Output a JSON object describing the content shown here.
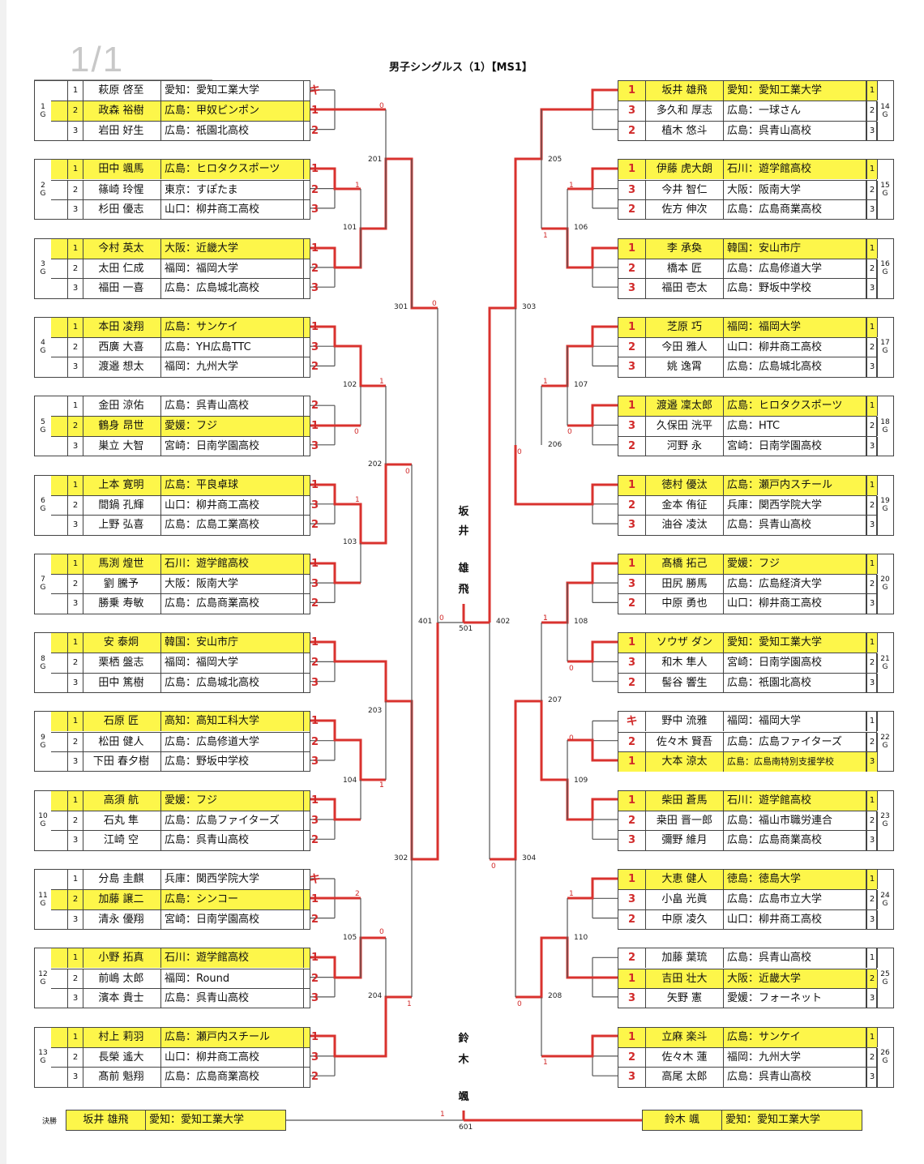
{
  "page": {
    "indicator": "1/1",
    "title": "男子シングルス（1）【MS1】"
  },
  "colors": {
    "winner_highlight": "#fdf64a",
    "win_line": "#d9322e",
    "line": "#555555",
    "rank_text": "#d12a2a"
  },
  "groups_left": [
    {
      "label": "1\nG",
      "players": [
        {
          "seed": "1",
          "name": "萩原 啓至",
          "team": "愛知：愛知工業大学",
          "rank": "キ",
          "win": false
        },
        {
          "seed": "2",
          "name": "政森 裕樹",
          "team": "広島：甲奴ピンポン",
          "rank": "1",
          "win": true
        },
        {
          "seed": "3",
          "name": "岩田 好生",
          "team": "広島：祇園北高校",
          "rank": "2",
          "win": false
        }
      ]
    },
    {
      "label": "2\nG",
      "players": [
        {
          "seed": "1",
          "name": "田中 颯馬",
          "team": "広島：ヒロタクスポーツ",
          "rank": "1",
          "win": true
        },
        {
          "seed": "2",
          "name": "篠崎 玲惺",
          "team": "東京：すぽたま",
          "rank": "2",
          "win": false
        },
        {
          "seed": "3",
          "name": "杉田 優志",
          "team": "山口：柳井商工高校",
          "rank": "3",
          "win": false
        }
      ]
    },
    {
      "label": "3\nG",
      "players": [
        {
          "seed": "1",
          "name": "今村 英太",
          "team": "大阪：近畿大学",
          "rank": "1",
          "win": true
        },
        {
          "seed": "2",
          "name": "太田 仁成",
          "team": "福岡：福岡大学",
          "rank": "2",
          "win": false
        },
        {
          "seed": "3",
          "name": "福田 一喜",
          "team": "広島：広島城北高校",
          "rank": "3",
          "win": false
        }
      ]
    },
    {
      "label": "4\nG",
      "players": [
        {
          "seed": "1",
          "name": "本田 凌翔",
          "team": "広島：サンケイ",
          "rank": "1",
          "win": true
        },
        {
          "seed": "2",
          "name": "西廣 大喜",
          "team": "広島：YH広島TTC",
          "rank": "3",
          "win": false
        },
        {
          "seed": "3",
          "name": "渡邉 想太",
          "team": "福岡：九州大学",
          "rank": "2",
          "win": false
        }
      ]
    },
    {
      "label": "5\nG",
      "players": [
        {
          "seed": "1",
          "name": "金田 涼佑",
          "team": "広島：呉青山高校",
          "rank": "2",
          "win": false
        },
        {
          "seed": "2",
          "name": "鶴身 昂世",
          "team": "愛媛：フジ",
          "rank": "1",
          "win": true
        },
        {
          "seed": "3",
          "name": "巣立 大智",
          "team": "宮崎：日南学園高校",
          "rank": "3",
          "win": false
        }
      ]
    },
    {
      "label": "6\nG",
      "players": [
        {
          "seed": "1",
          "name": "上本 寛明",
          "team": "広島：平良卓球",
          "rank": "1",
          "win": true
        },
        {
          "seed": "2",
          "name": "間鍋 孔輝",
          "team": "山口：柳井商工高校",
          "rank": "3",
          "win": false
        },
        {
          "seed": "3",
          "name": "上野 弘喜",
          "team": "広島：広島工業高校",
          "rank": "2",
          "win": false
        }
      ]
    },
    {
      "label": "7\nG",
      "players": [
        {
          "seed": "1",
          "name": "馬渕 煌世",
          "team": "石川：遊学館高校",
          "rank": "1",
          "win": true
        },
        {
          "seed": "2",
          "name": "劉 騰予",
          "team": "大阪：阪南大学",
          "rank": "3",
          "win": false
        },
        {
          "seed": "3",
          "name": "勝乗 寿敏",
          "team": "広島：広島商業高校",
          "rank": "2",
          "win": false
        }
      ]
    },
    {
      "label": "8\nG",
      "players": [
        {
          "seed": "1",
          "name": "安 泰炯",
          "team": "韓国：安山市庁",
          "rank": "1",
          "win": true
        },
        {
          "seed": "2",
          "name": "栗栖 盤志",
          "team": "福岡：福岡大学",
          "rank": "2",
          "win": false
        },
        {
          "seed": "3",
          "name": "田中 篤樹",
          "team": "広島：広島城北高校",
          "rank": "3",
          "win": false
        }
      ]
    },
    {
      "label": "9\nG",
      "players": [
        {
          "seed": "1",
          "name": "石原 匠",
          "team": "高知：高知工科大学",
          "rank": "1",
          "win": true
        },
        {
          "seed": "2",
          "name": "松田 健人",
          "team": "広島：広島修道大学",
          "rank": "2",
          "win": false
        },
        {
          "seed": "3",
          "name": "下田 春夕樹",
          "team": "広島：野坂中学校",
          "rank": "3",
          "win": false
        }
      ]
    },
    {
      "label": "10\nG",
      "players": [
        {
          "seed": "1",
          "name": "高須 航",
          "team": "愛媛：フジ",
          "rank": "1",
          "win": true
        },
        {
          "seed": "2",
          "name": "石丸 隼",
          "team": "広島：広島ファイターズ",
          "rank": "3",
          "win": false
        },
        {
          "seed": "3",
          "name": "江崎 空",
          "team": "広島：呉青山高校",
          "rank": "2",
          "win": false
        }
      ]
    },
    {
      "label": "11\nG",
      "players": [
        {
          "seed": "1",
          "name": "分島 圭麒",
          "team": "兵庫：関西学院大学",
          "rank": "キ",
          "win": false
        },
        {
          "seed": "2",
          "name": "加藤 譲二",
          "team": "広島：シンコー",
          "rank": "1",
          "win": true
        },
        {
          "seed": "3",
          "name": "清永 優翔",
          "team": "宮崎：日南学園高校",
          "rank": "2",
          "win": false
        }
      ]
    },
    {
      "label": "12\nG",
      "players": [
        {
          "seed": "1",
          "name": "小野 拓真",
          "team": "石川：遊学館高校",
          "rank": "1",
          "win": true
        },
        {
          "seed": "2",
          "name": "前嶋 太郎",
          "team": "福岡：Round",
          "rank": "2",
          "win": false
        },
        {
          "seed": "3",
          "name": "濱本 貴士",
          "team": "広島：呉青山高校",
          "rank": "3",
          "win": false
        }
      ]
    },
    {
      "label": "13\nG",
      "players": [
        {
          "seed": "1",
          "name": "村上 莉羽",
          "team": "広島：瀬戸内スチール",
          "rank": "1",
          "win": true
        },
        {
          "seed": "2",
          "name": "長榮 遙大",
          "team": "山口：柳井商工高校",
          "rank": "3",
          "win": false
        },
        {
          "seed": "3",
          "name": "髙前 魁翔",
          "team": "広島：広島商業高校",
          "rank": "2",
          "win": false
        }
      ]
    }
  ],
  "groups_right": [
    {
      "label": "14\nG",
      "players": [
        {
          "seed": "1",
          "name": "坂井 雄飛",
          "team": "愛知：愛知工業大学",
          "rank": "1",
          "win": true
        },
        {
          "seed": "2",
          "name": "多久和 厚志",
          "team": "広島：一球さん",
          "rank": "3",
          "win": false
        },
        {
          "seed": "3",
          "name": "植木 悠斗",
          "team": "広島：呉青山高校",
          "rank": "2",
          "win": false
        }
      ]
    },
    {
      "label": "15\nG",
      "players": [
        {
          "seed": "1",
          "name": "伊藤 虎大朗",
          "team": "石川：遊学館高校",
          "rank": "1",
          "win": true
        },
        {
          "seed": "2",
          "name": "今井 智仁",
          "team": "大阪：阪南大学",
          "rank": "3",
          "win": false
        },
        {
          "seed": "3",
          "name": "佐方 伸次",
          "team": "広島：広島商業高校",
          "rank": "2",
          "win": false
        }
      ]
    },
    {
      "label": "16\nG",
      "players": [
        {
          "seed": "1",
          "name": "李 承奐",
          "team": "韓国：安山市庁",
          "rank": "1",
          "win": true
        },
        {
          "seed": "2",
          "name": "橋本 匠",
          "team": "広島：広島修道大学",
          "rank": "2",
          "win": false
        },
        {
          "seed": "3",
          "name": "福田 壱太",
          "team": "広島：野坂中学校",
          "rank": "3",
          "win": false
        }
      ]
    },
    {
      "label": "17\nG",
      "players": [
        {
          "seed": "1",
          "name": "芝原 巧",
          "team": "福岡：福岡大学",
          "rank": "1",
          "win": true
        },
        {
          "seed": "2",
          "name": "今田 雅人",
          "team": "山口：柳井商工高校",
          "rank": "2",
          "win": false
        },
        {
          "seed": "3",
          "name": "姚 逸霄",
          "team": "広島：広島城北高校",
          "rank": "3",
          "win": false
        }
      ]
    },
    {
      "label": "18\nG",
      "players": [
        {
          "seed": "1",
          "name": "渡邉 凜太郎",
          "team": "広島：ヒロタクスポーツ",
          "rank": "1",
          "win": true
        },
        {
          "seed": "2",
          "name": "久保田 洸平",
          "team": "広島：HTC",
          "rank": "3",
          "win": false
        },
        {
          "seed": "3",
          "name": "河野 永",
          "team": "宮崎：日南学園高校",
          "rank": "2",
          "win": false
        }
      ]
    },
    {
      "label": "19\nG",
      "players": [
        {
          "seed": "1",
          "name": "徳村 優汰",
          "team": "広島：瀬戸内スチール",
          "rank": "1",
          "win": true
        },
        {
          "seed": "2",
          "name": "金本 侑征",
          "team": "兵庫：関西学院大学",
          "rank": "2",
          "win": false
        },
        {
          "seed": "3",
          "name": "油谷 凌汰",
          "team": "広島：呉青山高校",
          "rank": "3",
          "win": false
        }
      ]
    },
    {
      "label": "20\nG",
      "players": [
        {
          "seed": "1",
          "name": "髙橋 拓己",
          "team": "愛媛：フジ",
          "rank": "1",
          "win": true
        },
        {
          "seed": "2",
          "name": "田尻 勝馬",
          "team": "広島：広島経済大学",
          "rank": "3",
          "win": false
        },
        {
          "seed": "3",
          "name": "中原 勇也",
          "team": "山口：柳井商工高校",
          "rank": "2",
          "win": false
        }
      ]
    },
    {
      "label": "21\nG",
      "players": [
        {
          "seed": "1",
          "name": "ソウザ ダン",
          "team": "愛知：愛知工業大学",
          "rank": "1",
          "win": true
        },
        {
          "seed": "2",
          "name": "和木 隼人",
          "team": "宮崎：日南学園高校",
          "rank": "3",
          "win": false
        },
        {
          "seed": "3",
          "name": "髻谷 響生",
          "team": "広島：祇園北高校",
          "rank": "2",
          "win": false
        }
      ]
    },
    {
      "label": "22\nG",
      "players": [
        {
          "seed": "1",
          "name": "野中 流雅",
          "team": "福岡：福岡大学",
          "rank": "キ",
          "win": false
        },
        {
          "seed": "2",
          "name": "佐々木 賢吾",
          "team": "広島：広島ファイターズ",
          "rank": "2",
          "win": false
        },
        {
          "seed": "3",
          "name": "大本 涼太",
          "team": "広島：広島南特別支援学校",
          "rank": "1",
          "win": true,
          "small_team": true
        }
      ]
    },
    {
      "label": "23\nG",
      "players": [
        {
          "seed": "1",
          "name": "柴田 蒼馬",
          "team": "石川：遊学館高校",
          "rank": "1",
          "win": true
        },
        {
          "seed": "2",
          "name": "桒田 晋一郎",
          "team": "広島：福山市職労連合",
          "rank": "2",
          "win": false
        },
        {
          "seed": "3",
          "name": "彌野 維月",
          "team": "広島：広島商業高校",
          "rank": "3",
          "win": false
        }
      ]
    },
    {
      "label": "24\nG",
      "players": [
        {
          "seed": "1",
          "name": "大恵 健人",
          "team": "徳島：徳島大学",
          "rank": "1",
          "win": true
        },
        {
          "seed": "2",
          "name": "小畠 光眞",
          "team": "広島：広島市立大学",
          "rank": "3",
          "win": false
        },
        {
          "seed": "3",
          "name": "中原 凌久",
          "team": "山口：柳井商工高校",
          "rank": "2",
          "win": false
        }
      ]
    },
    {
      "label": "25\nG",
      "players": [
        {
          "seed": "1",
          "name": "加藤 葉琉",
          "team": "広島：呉青山高校",
          "rank": "2",
          "win": false
        },
        {
          "seed": "2",
          "name": "吉田 壮大",
          "team": "大阪：近畿大学",
          "rank": "1",
          "win": true
        },
        {
          "seed": "3",
          "name": "矢野 憲",
          "team": "愛媛：フォーネット",
          "rank": "3",
          "win": false
        }
      ]
    },
    {
      "label": "26\nG",
      "players": [
        {
          "seed": "1",
          "name": "立麻 楽斗",
          "team": "広島：サンケイ",
          "rank": "1",
          "win": true
        },
        {
          "seed": "2",
          "name": "佐々木 蓮",
          "team": "福岡：九州大学",
          "rank": "2",
          "win": false
        },
        {
          "seed": "3",
          "name": "高尾 太郎",
          "team": "広島：呉青山高校",
          "rank": "3",
          "win": false
        }
      ]
    }
  ],
  "matches_left": [
    {
      "id": "101",
      "score_top": "1",
      "score_bottom": ""
    },
    {
      "id": "102",
      "score_top": "1",
      "score_bottom": "0"
    },
    {
      "id": "103",
      "score_top": "1",
      "score_bottom": ""
    },
    {
      "id": "104",
      "score_top": "",
      "score_bottom": "1"
    },
    {
      "id": "105",
      "score_top": "2",
      "score_bottom": ""
    },
    {
      "id": "201",
      "score_top": "0",
      "score_bottom": ""
    },
    {
      "id": "202",
      "score_top": "",
      "score_bottom": "0"
    },
    {
      "id": "203",
      "score_top": "",
      "score_bottom": "1"
    },
    {
      "id": "204",
      "score_top": "0",
      "score_bottom": "1"
    },
    {
      "id": "301",
      "score_top": "0",
      "score_bottom": ""
    },
    {
      "id": "302",
      "score_top": "",
      "score_bottom": ""
    },
    {
      "id": "401",
      "score_top": "0",
      "score_bottom": ""
    }
  ],
  "matches_right": [
    {
      "id": "106",
      "score_top": "1",
      "score_bottom": ""
    },
    {
      "id": "107",
      "score_top": "",
      "score_bottom": "0"
    },
    {
      "id": "108",
      "score_top": "1",
      "score_bottom": "0"
    },
    {
      "id": "109",
      "score_top": "0",
      "score_bottom": ""
    },
    {
      "id": "110",
      "score_top": "1",
      "score_bottom": ""
    },
    {
      "id": "205",
      "score_top": "",
      "score_bottom": "1"
    },
    {
      "id": "206",
      "score_top": "1",
      "score_bottom": "0"
    },
    {
      "id": "207",
      "score_top": "1",
      "score_bottom": ""
    },
    {
      "id": "208",
      "score_top": "0",
      "score_bottom": "1"
    },
    {
      "id": "303",
      "score_top": "",
      "score_bottom": ""
    },
    {
      "id": "304",
      "score_top": "0",
      "score_bottom": ""
    },
    {
      "id": "402",
      "score_top": "",
      "score_bottom": ""
    }
  ],
  "center": {
    "match_501": "501",
    "winner_501": [
      "坂",
      "井",
      "雄",
      "飛"
    ],
    "match_601": "601",
    "winner_601": [
      "鈴",
      "木",
      "颯"
    ],
    "score_601": "1"
  },
  "final": {
    "label": "決勝",
    "left": {
      "name": "坂井 雄飛",
      "team": "愛知：愛知工業大学"
    },
    "right": {
      "name": "鈴木 颯",
      "team": "愛知：愛知工業大学"
    }
  }
}
